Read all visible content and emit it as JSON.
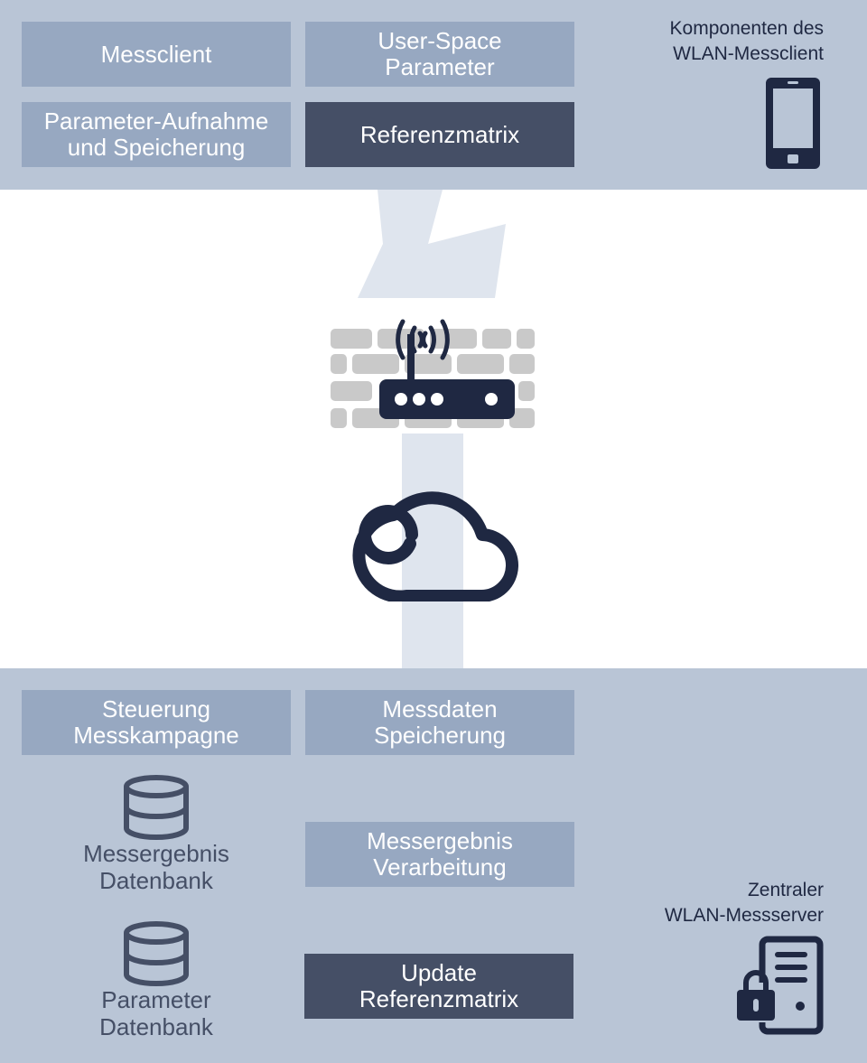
{
  "client": {
    "label": "Komponenten des\nWLAN-Messclient",
    "boxes": {
      "messclient": "Messclient",
      "user_space": "User-Space\nParameter",
      "parameter_aufnahme": "Parameter-Aufnahme\nund Speicherung",
      "referenzmatrix": "Referenzmatrix"
    },
    "icon": "smartphone-icon"
  },
  "network": {
    "icons": [
      "lightning-icon",
      "brick-wall-icon",
      "wifi-router-icon",
      "cloud-icon"
    ]
  },
  "server": {
    "label": "Zentraler\nWLAN-Messserver",
    "boxes": {
      "steuerung": "Steuerung\nMesskampagne",
      "messdaten": "Messdaten\nSpeicherung",
      "messergebnis_verarbeitung": "Messergebnis\nVerarbeitung",
      "update_referenzmatrix": "Update\nReferenzmatrix"
    },
    "databases": {
      "messergebnis": "Messergebnis\nDatenbank",
      "parameter": "Parameter\nDatenbank"
    },
    "icon": "secure-server-icon"
  },
  "colors": {
    "section_bg": "#b9c5d6",
    "box_light": "#97a8c1",
    "box_dark": "#454f66",
    "icon_dark": "#1f2842",
    "connector": "#dfe5ee",
    "wall": "#c9c9c9"
  }
}
